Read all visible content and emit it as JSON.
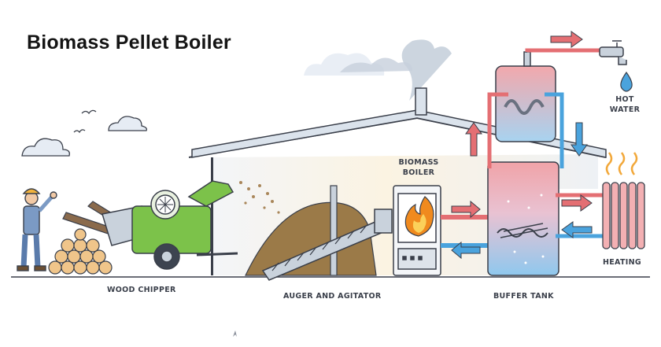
{
  "title": "Biomass Pellet Boiler",
  "labels": {
    "wood_chipper": "WOOD CHIPPER",
    "auger_agitator": "AUGER AND AGITATOR",
    "buffer_tank": "BUFFER TANK",
    "biomass_boiler_line1": "BIOMASS",
    "biomass_boiler_line2": "BOILER",
    "hot_water_line1": "HOT",
    "hot_water_line2": "WATER",
    "heating": "HEATING"
  },
  "colors": {
    "title": "#141414",
    "label": "#3a3f4a",
    "hot_pipe": "#e46f73",
    "cold_pipe": "#4aa3dd",
    "chipper_green": "#7cc24a",
    "roof": "#dbe3ec",
    "sawdust": "#9b7a48",
    "flame": "#f08a1e"
  },
  "icons": [
    "worker-figure",
    "log-pile-icon",
    "wood-chipper-icon",
    "sawdust-pile-icon",
    "auger-icon",
    "boiler-icon",
    "flame-icon",
    "buffer-tank-icon",
    "radiator-icon",
    "faucet-icon",
    "water-drop-icon",
    "cloud-icon",
    "bird-icon",
    "smoke-icon",
    "heat-waves-icon"
  ]
}
